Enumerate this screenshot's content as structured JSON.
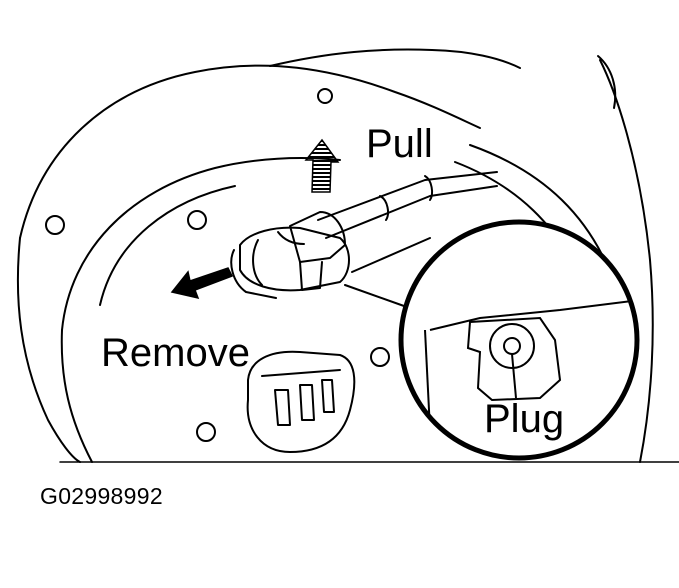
{
  "labels": {
    "pull": "Pull",
    "remove": "Remove",
    "plug": "Plug"
  },
  "figure_code": "G02998992",
  "colors": {
    "line": "#000000",
    "background": "#ffffff"
  }
}
